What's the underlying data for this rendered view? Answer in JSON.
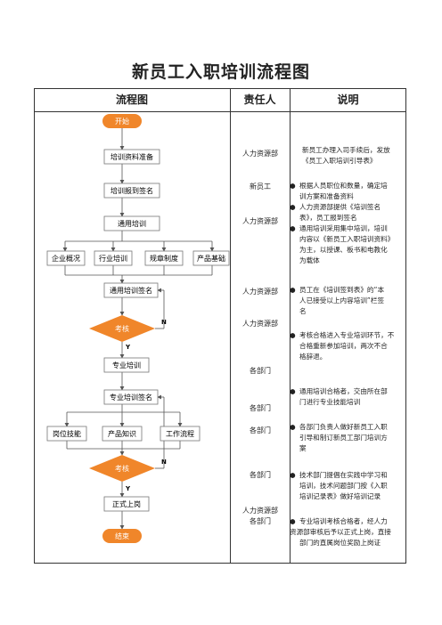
{
  "title": "新员工入职培训流程图",
  "headers": {
    "flow": "流程图",
    "responsible": "责任人",
    "notes": "说明"
  },
  "flow": {
    "start": "开始",
    "prep": "培训资料准备",
    "signup": "培训报到签名",
    "general": "通用培训",
    "general_items": [
      "企业概况",
      "行业培训",
      "规章制度",
      "产品基础"
    ],
    "general_sign": "通用培训签名",
    "check1": "考核",
    "no1": "N",
    "yes1": "Y",
    "pro": "专业培训",
    "pro_sign": "专业培训签名",
    "pro_items": [
      "岗位技能",
      "产品知识",
      "工作流程"
    ],
    "check2": "考核",
    "no2": "N",
    "yes2": "Y",
    "onboard": "正式上岗",
    "end": "结束"
  },
  "responsible": [
    "人力资源部",
    "新员工",
    "人力资源部",
    "人力资源部",
    "人力资源部",
    "各部门",
    "各部门",
    "各部门",
    "各部门",
    "人力资源部",
    "各部门"
  ],
  "notes": {
    "n1": [
      "新员工办理入司手续后，发放",
      "《员工入职培训引导表》"
    ],
    "n2": [
      "根据人员职位和数量，确定培",
      "训方案和准备资料"
    ],
    "n3": [
      "人力资源部提供《培训签名",
      "表》，员工报到签名"
    ],
    "n4": [
      "通用培训采用集中培训，培训",
      "内容以《新员工入职培训资料》",
      "为主，以授课、板书和电教化",
      "为载体"
    ],
    "n5": [
      "员工在《培训签到表》的“本",
      "人已接受以上内容培训”栏签",
      "名"
    ],
    "n6": [
      "考核合格进入专业培训环节，不",
      "合格重新参加培训，两次不合",
      "格辞退。"
    ],
    "n7": [
      "通用培训合格者，交由所在部",
      "门进行专业技能培训"
    ],
    "n8": [
      "各部门负责人做好新员工入职",
      "引导和制订新员工部门培训方",
      "案"
    ],
    "n9": [
      "技术部门提倡在实践中学习和",
      "培训，技术问题部门按《入职",
      "培训记录表》做好培训记录"
    ],
    "n10": [
      "专业培训考核合格者，经人力",
      "资源部审核后予以正式上岗，直接",
      "部门的直属岗位奖励上岗证"
    ],
    "bullet": "●"
  },
  "colors": {
    "accent": "#f0862a",
    "box_border": "#777777",
    "line": "#555555"
  }
}
